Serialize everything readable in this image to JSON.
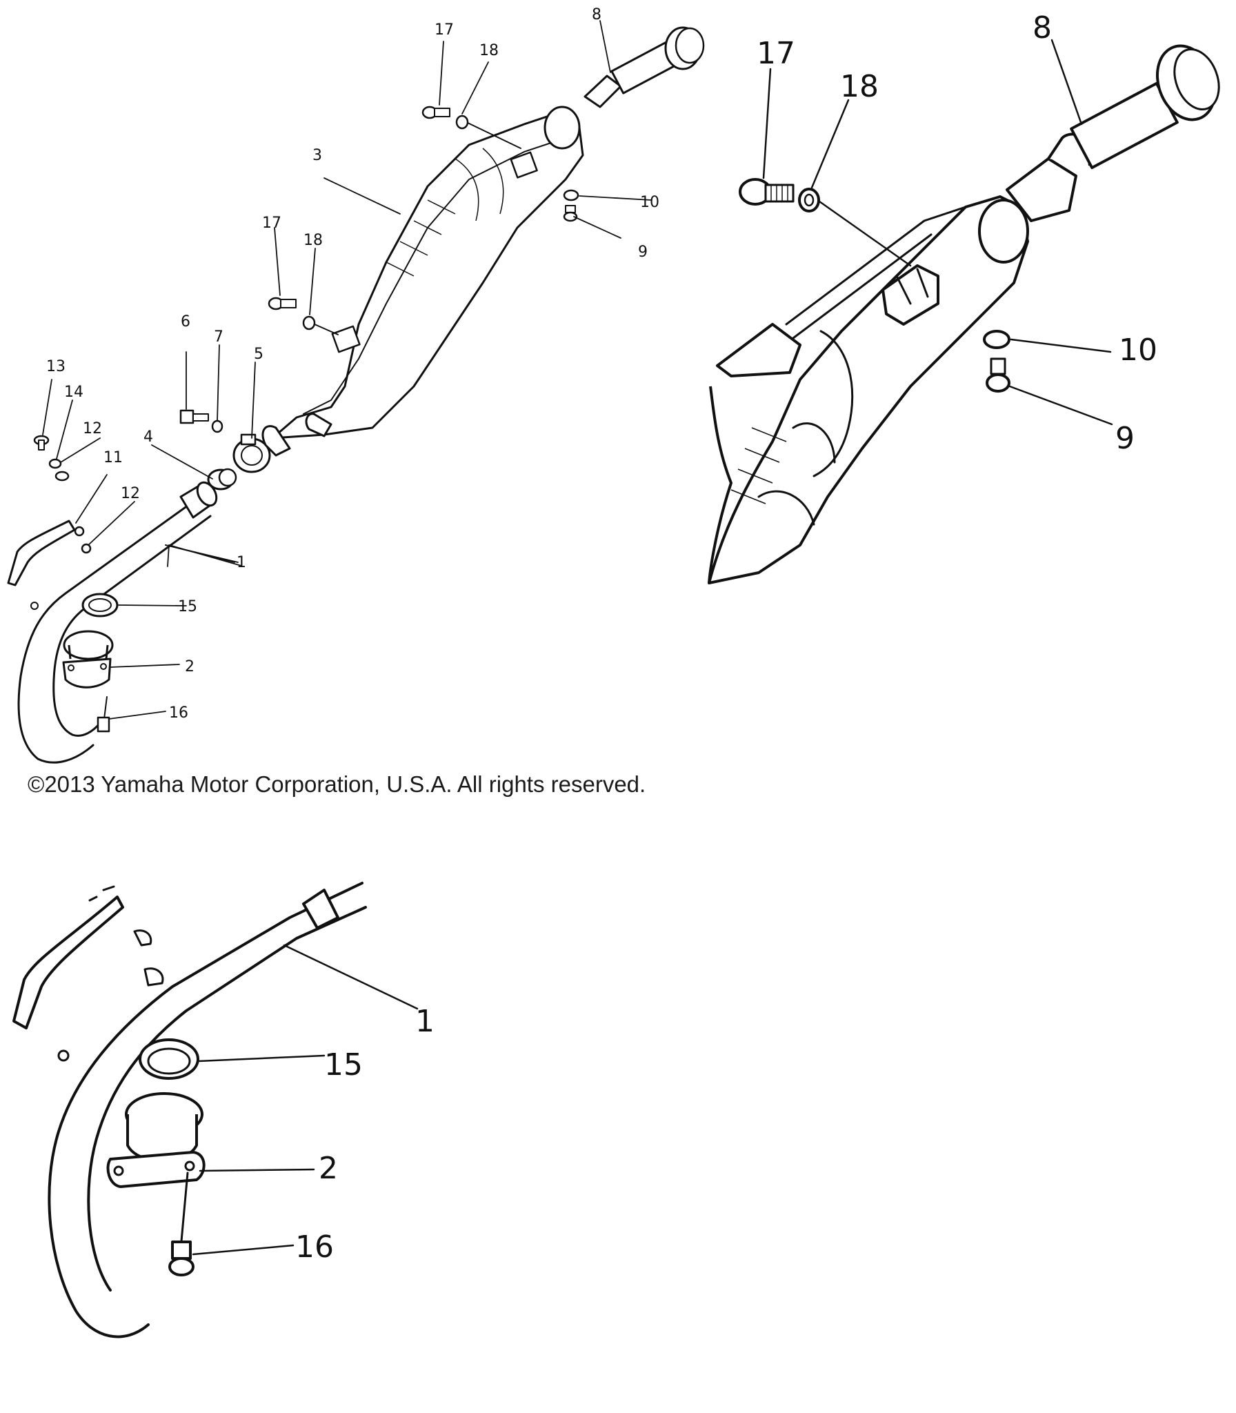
{
  "copyright": "©2013 Yamaha Motor Corporation, U.S.A. All rights reserved.",
  "main_diagram": {
    "callouts": [
      "1",
      "2",
      "3",
      "4",
      "5",
      "6",
      "7",
      "8",
      "9",
      "10",
      "11",
      "12",
      "12",
      "13",
      "14",
      "15",
      "16",
      "17",
      "18",
      "17",
      "18"
    ]
  },
  "detail_top_right": {
    "callouts": [
      "17",
      "18",
      "8",
      "10",
      "9"
    ]
  },
  "detail_bottom_left": {
    "callouts": [
      "1",
      "15",
      "2",
      "16"
    ]
  }
}
